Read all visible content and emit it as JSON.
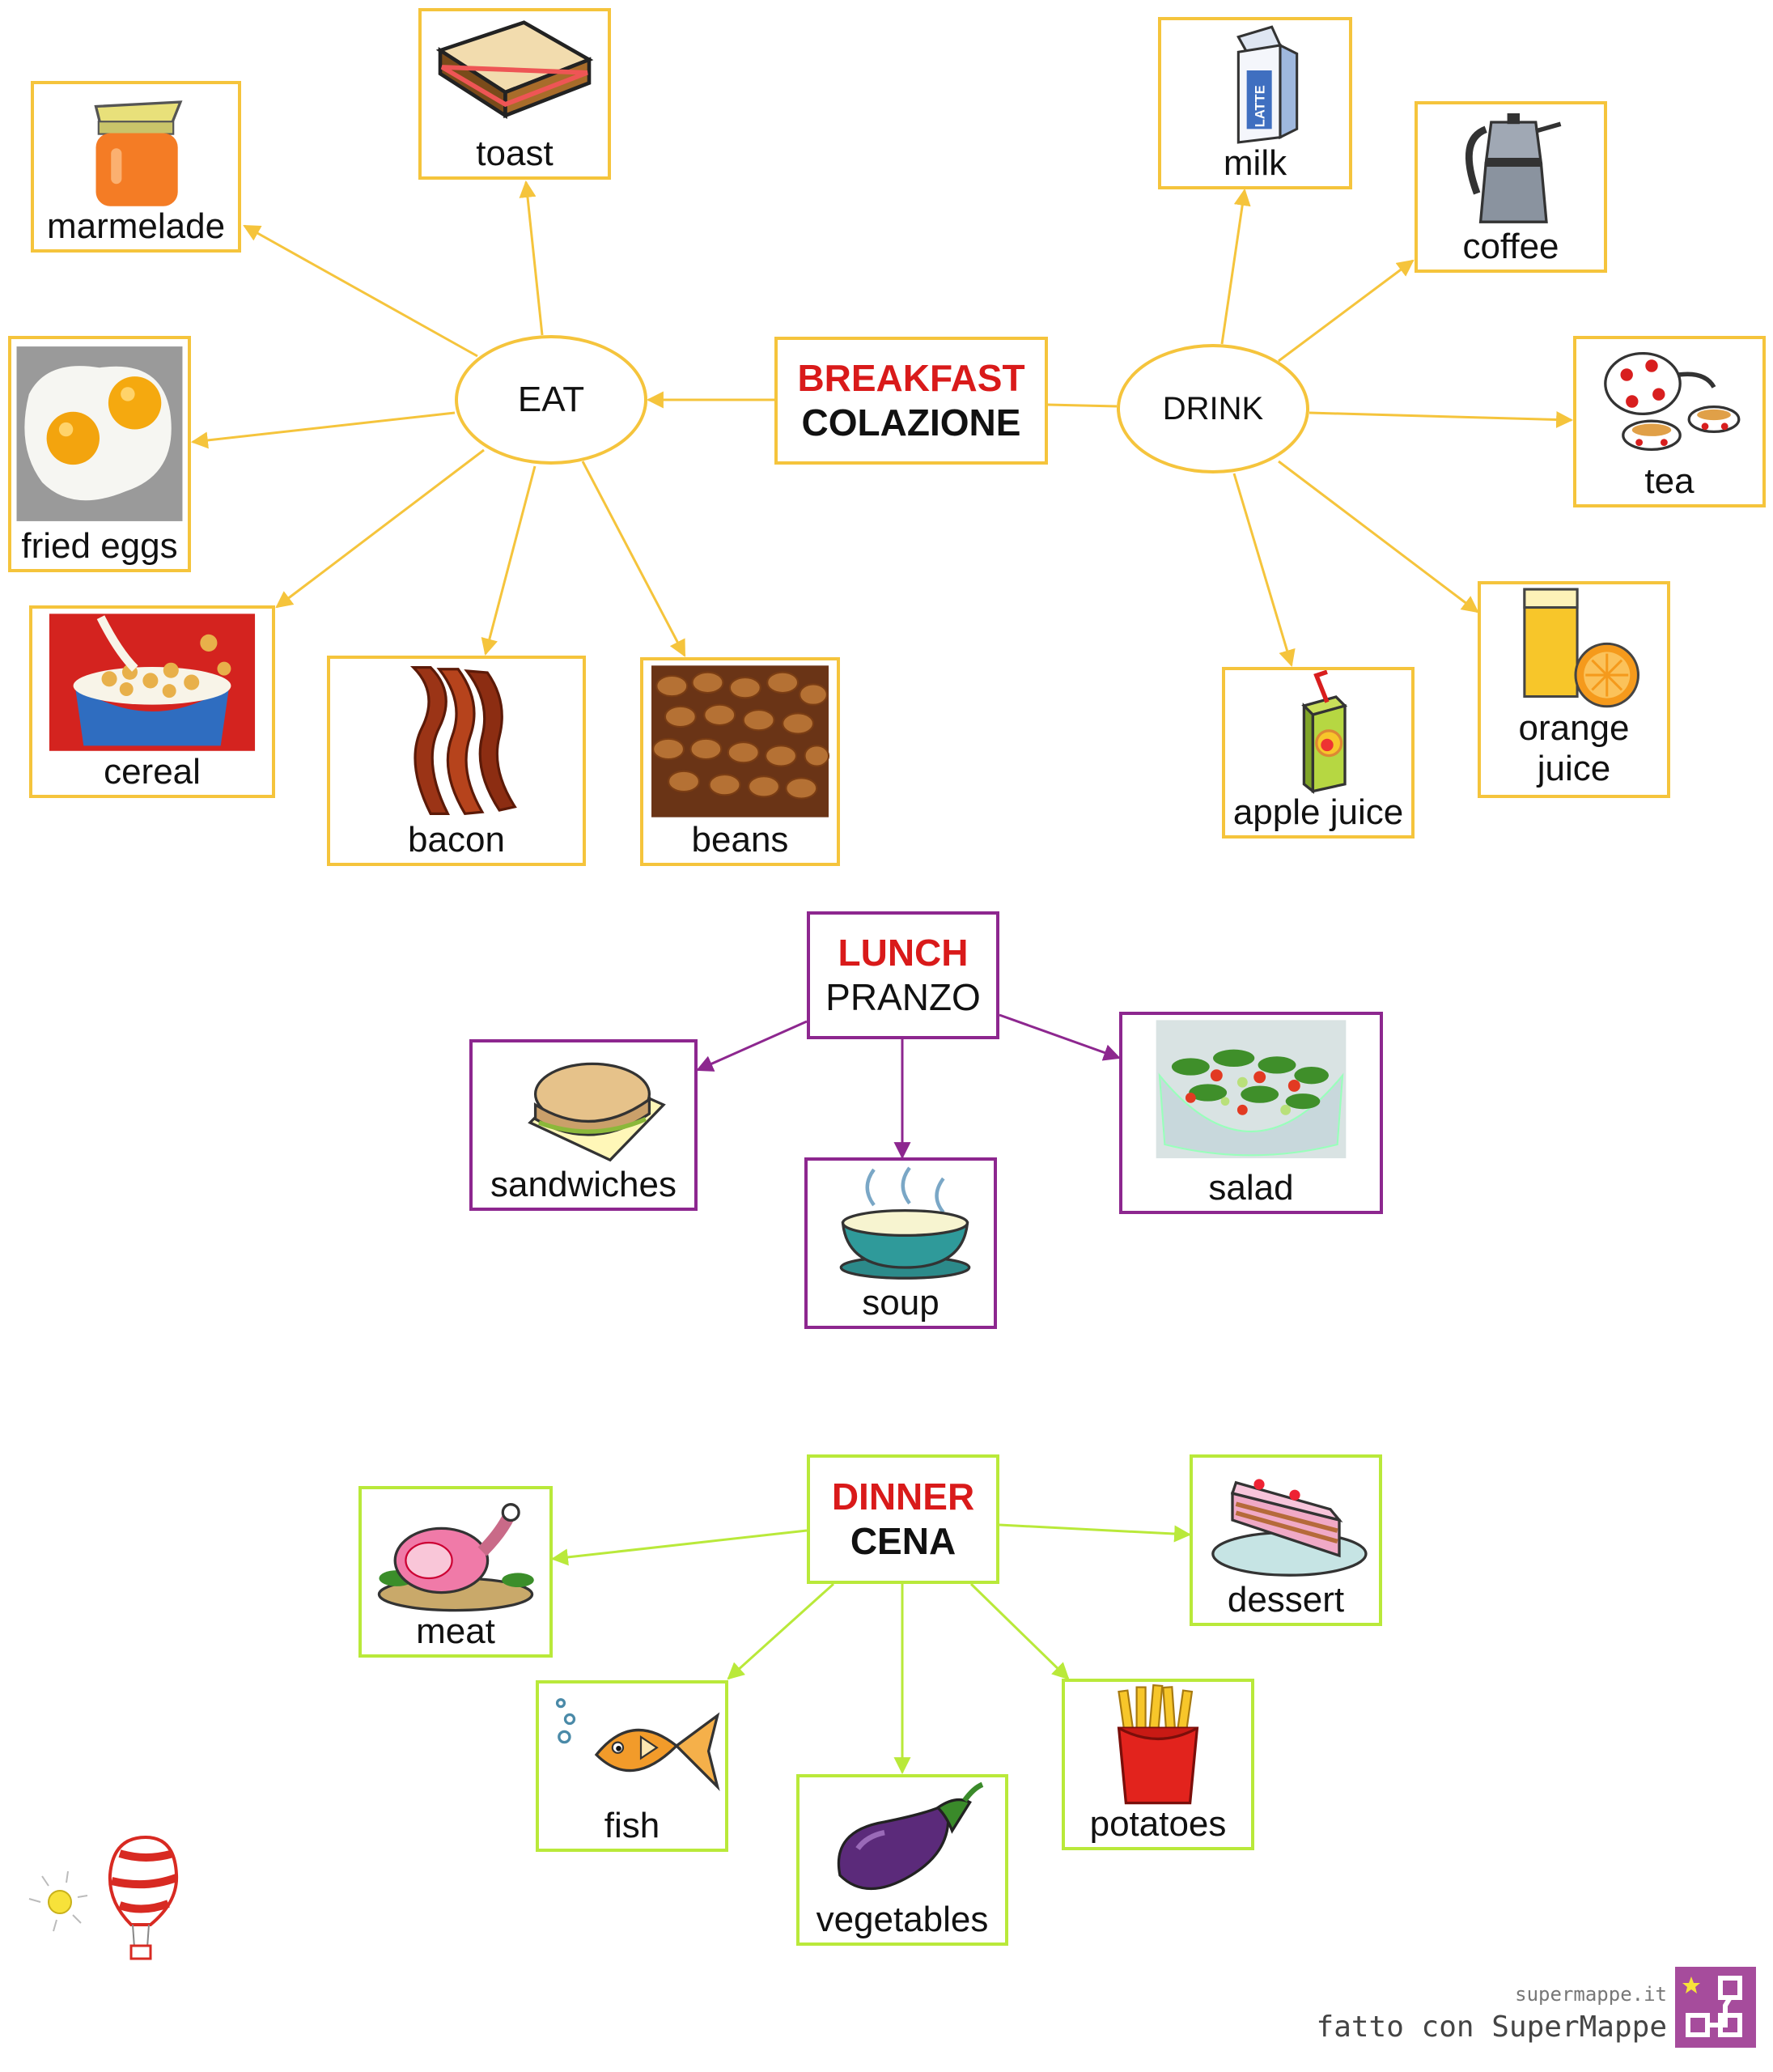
{
  "breakfast": {
    "title": "BREAKFAST",
    "subtitle": "COLAZIONE"
  },
  "eat": {
    "label": "EAT"
  },
  "drink": {
    "label": "DRINK"
  },
  "eat_items": {
    "marmelade": "marmelade",
    "toast": "toast",
    "fried_eggs": "fried eggs",
    "cereal": "cereal",
    "bacon": "bacon",
    "beans": "beans"
  },
  "drink_items": {
    "milk": "milk",
    "coffee": "coffee",
    "tea": "tea",
    "orange_juice": "orange juice",
    "apple_juice": "apple juice"
  },
  "lunch": {
    "title": "LUNCH",
    "subtitle": "PRANZO"
  },
  "lunch_items": {
    "sandwiches": "sandwiches",
    "soup": "soup",
    "salad": "salad"
  },
  "dinner": {
    "title": "DINNER",
    "subtitle": "CENA"
  },
  "dinner_items": {
    "meat": "meat",
    "fish": "fish",
    "vegetables": "vegetables",
    "potatoes": "potatoes",
    "dessert": "dessert"
  },
  "milk_carton_text": "LATTE",
  "footer": {
    "site": "supermappe.it",
    "made_with": "fatto con SuperMappe"
  },
  "colors": {
    "breakfast_border": "#f5c43c",
    "lunch_border": "#8d278f",
    "dinner_border": "#b9e93a",
    "title_red": "#d91a1a"
  }
}
